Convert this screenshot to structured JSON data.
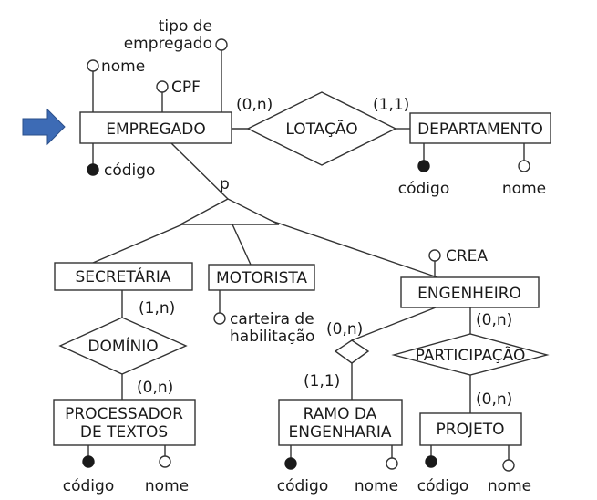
{
  "entities": {
    "empregado": "EMPREGADO",
    "departamento": "DEPARTAMENTO",
    "secretaria": "SECRETÁRIA",
    "motorista": "MOTORISTA",
    "engenheiro": "ENGENHEIRO",
    "processador_line1": "PROCESSADOR",
    "processador_line2": "DE TEXTOS",
    "ramo_line1": "RAMO DA",
    "ramo_line2": "ENGENHARIA",
    "projeto": "PROJETO"
  },
  "relationships": {
    "lotacao": "LOTAÇÃO",
    "dominio": "DOMÍNIO",
    "participacao": "PARTICIPAÇÃO"
  },
  "attributes": {
    "tipo_line1": "tipo de",
    "tipo_line2": "empregado",
    "nome": "nome",
    "cpf": "CPF",
    "codigo": "código",
    "crea": "CREA",
    "carteira_line1": "carteira de",
    "carteira_line2": "habilitação"
  },
  "cardinalities": {
    "emp_lotacao": "(0,n)",
    "dep_lotacao": "(1,1)",
    "sec_dominio": "(1,n)",
    "proc_dominio": "(0,n)",
    "eng_ramo": "(0,n)",
    "ramo_ramo": "(1,1)",
    "eng_part": "(0,n)",
    "proj_part": "(0,n)"
  },
  "specialization": "p",
  "colors": {
    "arrow": "#3d6bb5",
    "stroke": "#333333"
  }
}
